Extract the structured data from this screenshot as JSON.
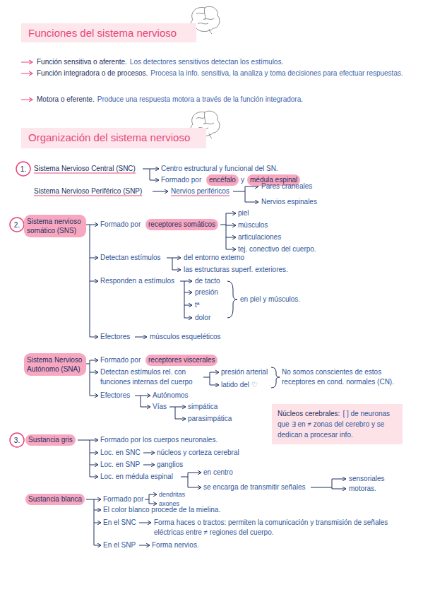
{
  "diagram": {
    "nodes": [
      {
        "text": [
          "Funciones del sistema nervioso"
        ]
      },
      {
        "text": [
          "Organización del sistema nervioso"
        ]
      },
      {
        "text": [
          "1."
        ]
      },
      {
        "text": [
          "encéfalo"
        ]
      },
      {
        "text": [
          "médula espinal"
        ]
      },
      {
        "text": [
          "2."
        ]
      },
      {
        "text": [
          "Sistema nervioso somático (SNS)"
        ]
      },
      {
        "text": [
          "receptores somáticos"
        ]
      },
      {
        "text": [
          "Sistema Nervioso Autónomo (SNA)"
        ]
      },
      {
        "text": [
          "receptores viscerales"
        ]
      },
      {
        "text": [
          "Núcleos cerebrales:",
          "[ ] de neuronas que ∃ en ≠ zonas del cerebro y se dedican a procesar info."
        ]
      },
      {
        "text": [
          "3."
        ]
      },
      {
        "text": [
          "Sustancia gris"
        ]
      },
      {
        "text": [
          "Sustancia blanca"
        ]
      }
    ],
    "labels": [
      "Función sensitiva o aferente.",
      "Los detectores sensitivos detectan los estímulos.",
      "Función integradora o de procesos.",
      "Procesa la info. sensitiva, la analiza y toma decisiones para efectuar respuestas.",
      "Motora o eferente.",
      "Produce una respuesta motora a través de la función integradora.",
      "Sistema Nervioso Central (SNC)",
      "Centro estructural y funcional del SN.",
      "Formado por",
      "y",
      "Sistema Nervioso Periférico (SNP)",
      "Nervios periféricos",
      "Pares craneales",
      "Nervios espinales",
      "Formado por",
      "piel",
      "músculos",
      "articulaciones",
      "tej. conectivo del cuerpo.",
      "Detectan estímulos",
      "del entorno externo",
      "las estructuras superf. exteriores.",
      "Responden a estímulos",
      "de tacto",
      "presión",
      "tª",
      "dolor",
      "en piel y músculos.",
      "Efectores",
      "músculos esqueléticos",
      "Formado por",
      "Detectan estímulos rel. con funciones internas del cuerpo",
      "presión arterial",
      "latido del ♡",
      "No somos conscientes de estos receptores en cond. normales (CN).",
      "Efectores",
      "Autónomos",
      "Vías",
      "simpática",
      "parasimpática",
      "Formado por los cuerpos neuronales.",
      "Loc. en SNC",
      "núcleos y corteza cerebral",
      "Loc. en SNP",
      "ganglios",
      "Loc. en médula espinal",
      "en centro",
      "se encarga de transmitir señales",
      "sensoriales",
      "motoras.",
      "Formado por",
      "dendritas",
      "axones",
      "El color blanco procede de la mielina.",
      "En el SNC",
      "Forma haces o tractos: permiten la comunicación y transmisión de señales eléctricas entre ≠ regiones del cuerpo.",
      "En el SNP",
      "Forma nervios."
    ]
  }
}
